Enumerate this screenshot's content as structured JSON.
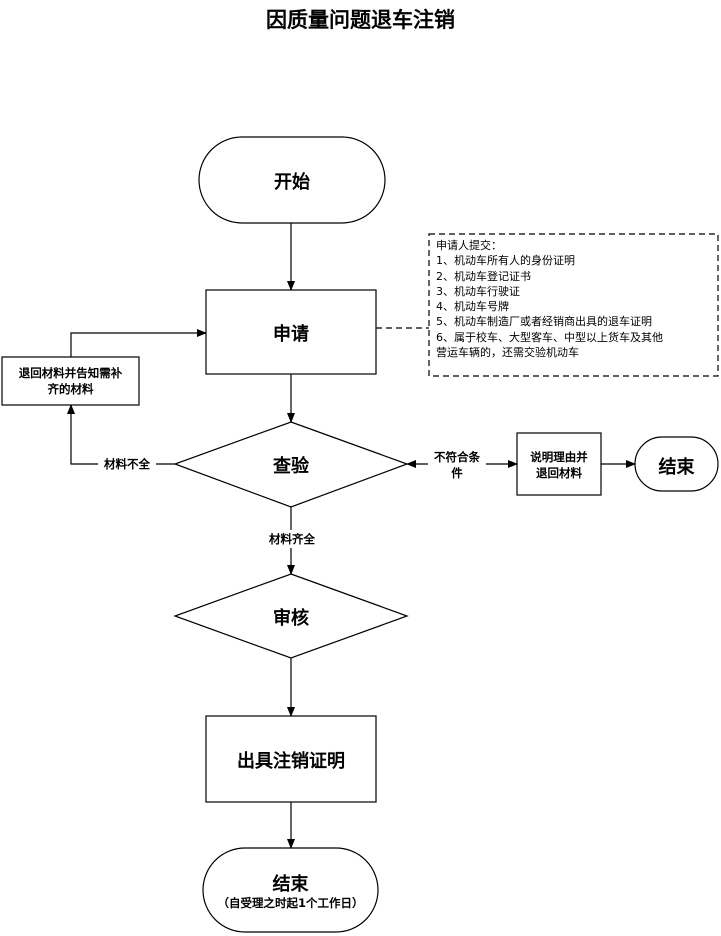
{
  "title": "因质量问题退车注销",
  "nodes": {
    "start": "开始",
    "apply": "申请",
    "inspect": "查验",
    "review": "审核",
    "issue_certificate": "出具注销证明",
    "end_main_title": "结束",
    "end_main_note": "（自受理之时起1个工作日）",
    "return_supplement_line1": "退回材料并告知需补",
    "return_supplement_line2": "齐的材料",
    "explain_return_line1": "说明理由并",
    "explain_return_line2": "退回材料",
    "end_side": "结束"
  },
  "edges": {
    "incomplete": "材料不全",
    "not_eligible_line1": "不符合条",
    "not_eligible_line2": "件",
    "complete": "材料齐全"
  },
  "annotation": {
    "heading": "申请人提交：",
    "items": [
      "1、机动车所有人的身份证明",
      "2、机动车登记证书",
      "3、机动车行驶证",
      "4、机动车号牌",
      "5、机动车制造厂或者经销商出具的退车证明",
      "6、属于校车、大型客车、中型以上货车及其他",
      "营运车辆的，还需交验机动车"
    ]
  }
}
